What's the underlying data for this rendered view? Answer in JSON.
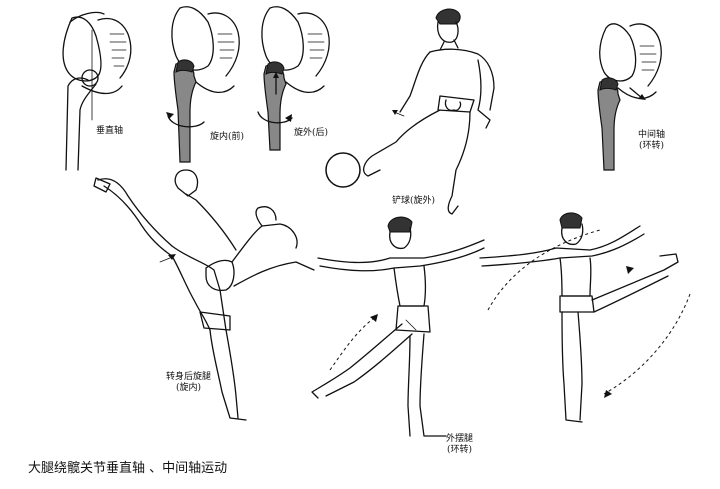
{
  "colors": {
    "ink": "#111111",
    "bone_shade": "#888888",
    "background": "#ffffff"
  },
  "labels": {
    "vertical_axis": "垂直轴",
    "internal_rotation_front": "旋内(前)",
    "external_rotation_back": "旋外(后)",
    "kick_ball": "铲球(旋外)",
    "middle_axis": "中间轴",
    "middle_axis_sub": "(环转)",
    "turn_kick": "转身后旋腿",
    "turn_kick_sub": "(旋内)",
    "outside_swing": "外摆腿",
    "outside_swing_sub": "(环转)"
  },
  "caption": "大腿绕髋关节垂直轴 、中间轴运动",
  "icons": [
    "hip-skeleton-icon",
    "femur-icon",
    "rotation-arrow-icon",
    "football-icon",
    "kicking-figure-icon",
    "swing-arc-icon"
  ]
}
